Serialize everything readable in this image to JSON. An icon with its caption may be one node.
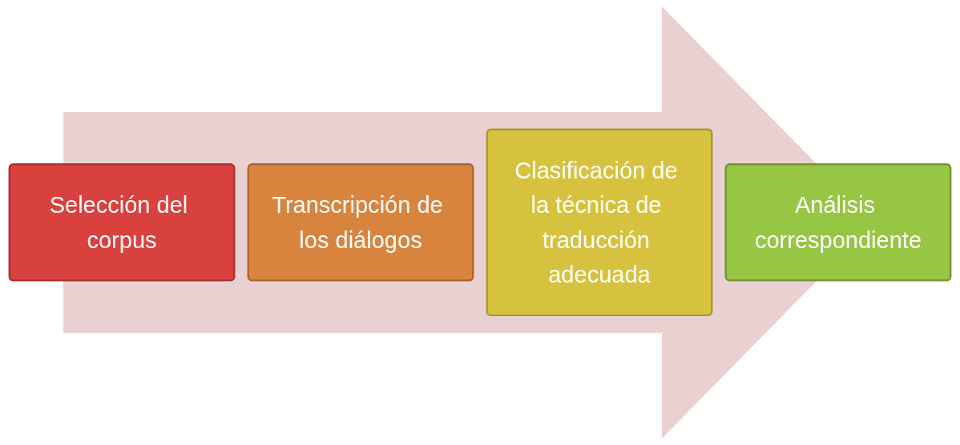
{
  "diagram": {
    "nodes": [
      {
        "text": [
          "Selección del corpus"
        ]
      },
      {
        "text": [
          "Transcripción de los diálogos"
        ]
      },
      {
        "text": [
          "Clasificación de la técnica de traducción adecuada"
        ]
      },
      {
        "text": [
          "Análisis correspondiente"
        ]
      }
    ],
    "edges": [
      {
        "from": 0,
        "to": 3,
        "arrow": "to"
      }
    ]
  }
}
